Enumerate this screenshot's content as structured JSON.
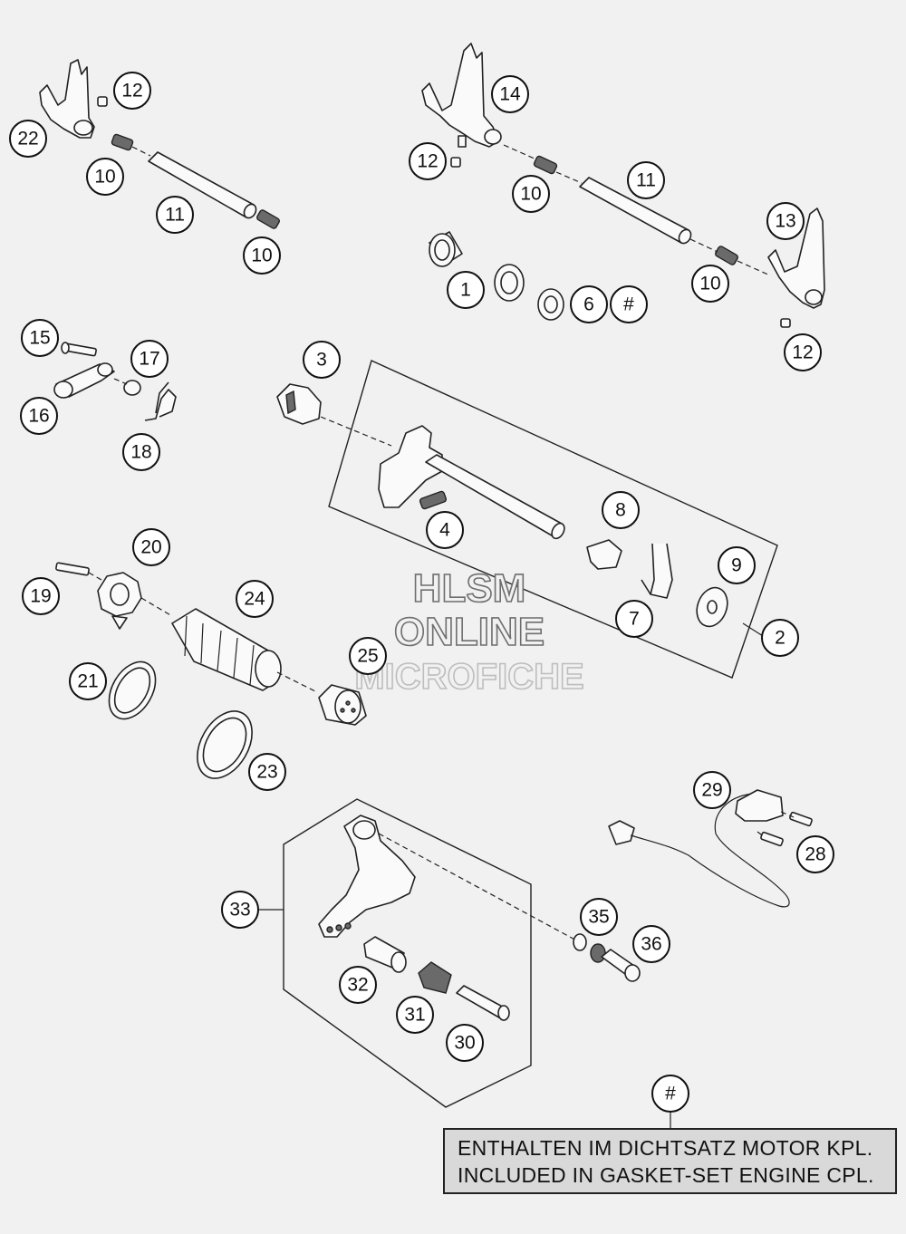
{
  "callouts": {
    "c1": "1",
    "c2": "2",
    "c3": "3",
    "c4": "4",
    "c6": "6",
    "c7": "7",
    "c8": "8",
    "c9": "9",
    "c10": "10",
    "c11": "11",
    "c12": "12",
    "c13": "13",
    "c14": "14",
    "c15": "15",
    "c16": "16",
    "c17": "17",
    "c18": "18",
    "c19": "19",
    "c20": "20",
    "c21": "21",
    "c22": "22",
    "c23": "23",
    "c24": "24",
    "c25": "25",
    "c28": "28",
    "c29": "29",
    "c30": "30",
    "c31": "31",
    "c32": "32",
    "c33": "33",
    "c35": "35",
    "c36": "36",
    "hash": "#"
  },
  "watermark": {
    "line1": "HLSM",
    "line2": "ONLINE",
    "line3": "MICROFICHE"
  },
  "note": {
    "line_de": "ENTHALTEN IM DICHTSATZ MOTOR KPL.",
    "line_en": "INCLUDED IN GASKET-SET ENGINE CPL."
  }
}
